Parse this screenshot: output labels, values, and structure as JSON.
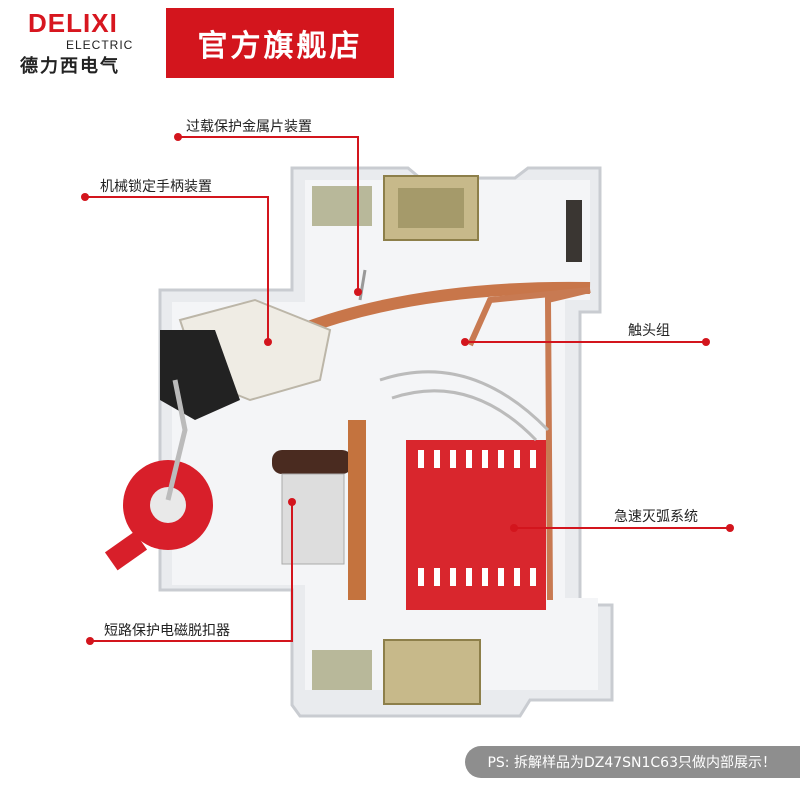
{
  "header": {
    "brand": "DELIXI",
    "brand_sub": "ELECTRIC",
    "brand_cn": "德力西电气",
    "store_badge": "官方旗舰店"
  },
  "callouts": [
    {
      "text": "过载保护金属片装置"
    },
    {
      "text": "机械锁定手柄装置"
    },
    {
      "text": "触头组"
    },
    {
      "text": "急速灭弧系统"
    },
    {
      "text": "短路保护电磁脱扣器"
    }
  ],
  "footer": {
    "note": "PS: 拆解样品为DZ47SN1C63只做内部展示！"
  },
  "colors": {
    "brand_red": "#d3151d",
    "callout_line": "#d3151d",
    "note_bg": "#8e8e8e"
  }
}
